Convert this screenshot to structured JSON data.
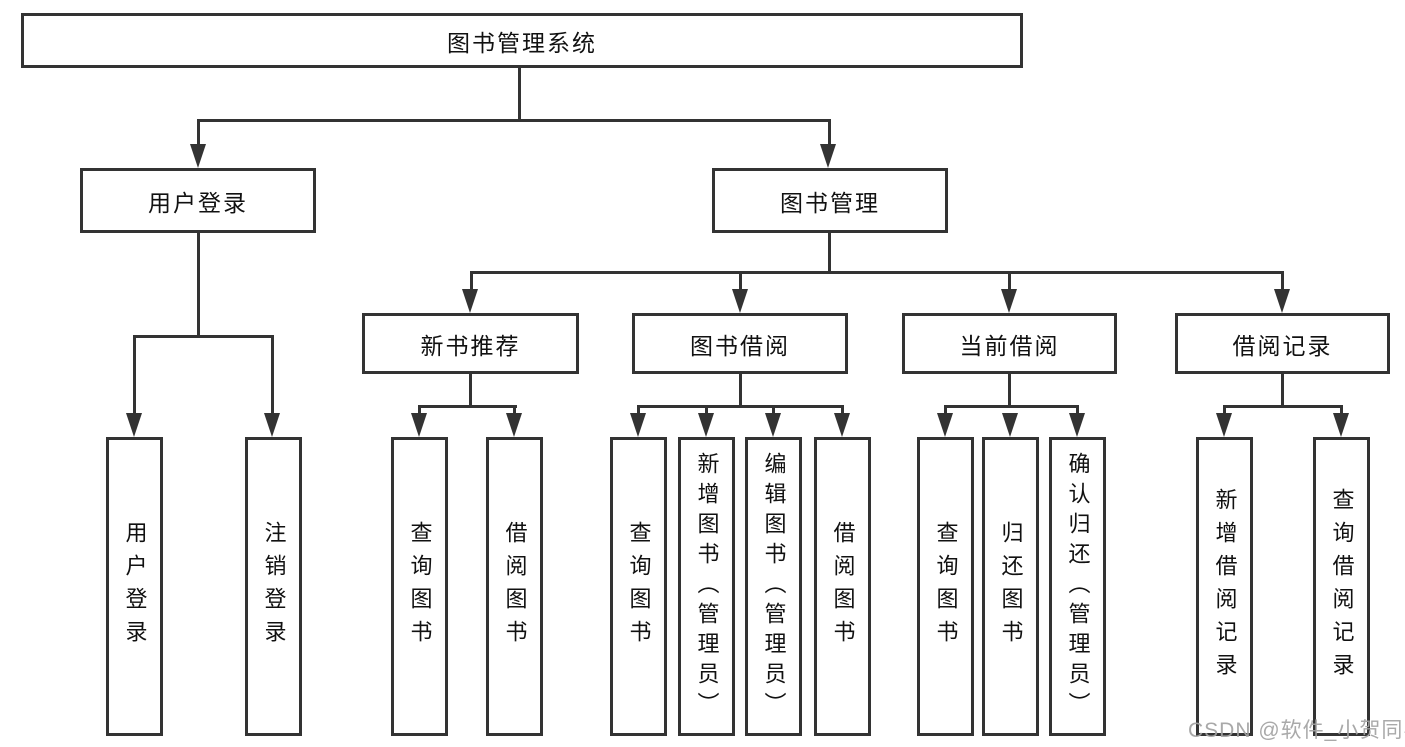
{
  "diagram": {
    "root": {
      "label": "图书管理系统"
    },
    "level2": [
      {
        "label": "用户登录"
      },
      {
        "label": "图书管理"
      }
    ],
    "level3": [
      {
        "label": "新书推荐"
      },
      {
        "label": "图书借阅"
      },
      {
        "label": "当前借阅"
      },
      {
        "label": "借阅记录"
      }
    ],
    "leaves": [
      "用户登录",
      "注销登录",
      "查询图书",
      "借阅图书",
      "查询图书",
      "新增图书（管理员）",
      "编辑图书（管理员）",
      "借阅图书",
      "查询图书",
      "归还图书",
      "确认归还（管理员）",
      "新增借阅记录",
      "查询借阅记录"
    ]
  },
  "watermark": {
    "text": "CSDN @软件_小贺同学"
  },
  "colors": {
    "line": "#333333",
    "text": "#111111",
    "watermark": "#a2a2a2",
    "background": "#ffffff"
  }
}
